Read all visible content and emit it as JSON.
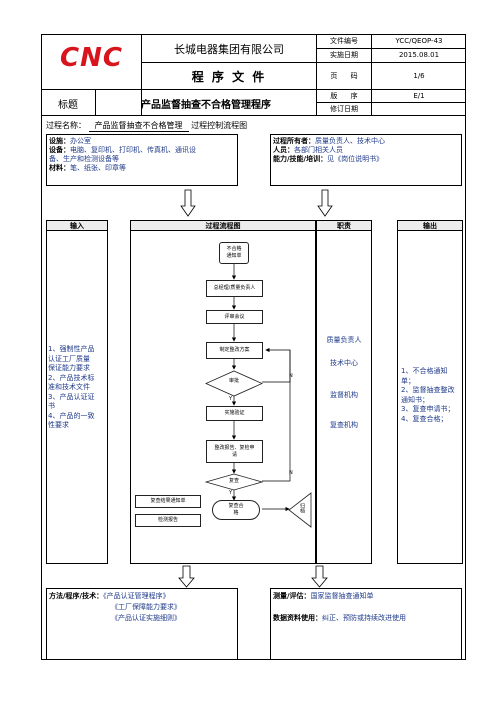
{
  "header": {
    "logo": "CNC",
    "company": "长城电器集团有限公司",
    "doc_type": "程 序 文 件",
    "label_doc_no": "文件编号",
    "doc_no": "YCC/QEOP-43",
    "label_impl_date": "实施日期",
    "impl_date": "2015.08.01",
    "label_page": "页      码",
    "page": "1/6",
    "label_title": "标题",
    "title": "产品监督抽查不合格管理程序",
    "label_edition": "版      序",
    "edition": "E/1",
    "label_rev_date": "修订日期",
    "rev_date": ""
  },
  "process": {
    "label": "过程名称：",
    "name": "产品监督抽查不合格管理",
    "suffix": "过程控制流程图"
  },
  "top_left": {
    "facility_label": "设施：",
    "facility": "办公室",
    "equipment_label": "设备：",
    "equipment_line1": "电脑、复印机、打印机、传真机、通讯设",
    "equipment_line2": "备、生产和检测设备等",
    "material_label": "材料：",
    "material": "笔、纸张、印章等"
  },
  "top_right": {
    "owner_label": "过程所有者：",
    "owner": "质量负责人、技术中心",
    "personnel_label": "人员：",
    "personnel": "各部门相关人员",
    "ability_label": "能力/技能/培训：",
    "ability": "见《岗位说明书》"
  },
  "columns": {
    "input": "输入",
    "flow": "过程流程图",
    "duty": "职责",
    "output": "输出"
  },
  "inputs": [
    "1、强制性产品",
    "认证工厂质量",
    "保证能力要求",
    "2、产品技术标",
    "准和技术文件",
    "3、产品认证证",
    "书",
    "4、产品的一致",
    "性要求"
  ],
  "outputs": [
    "1、不合格通知",
    "单；",
    "2、监督抽查整改",
    "通知书；",
    "3、复查申请书；",
    "4、复查合格；"
  ],
  "duties": [
    "质量负责人",
    "技术中心",
    "监督机构",
    "复查机构"
  ],
  "flow": {
    "start": "不合格\n通知单",
    "step1": "总经理/质量负责人",
    "step2": "评审会议",
    "step3": "制定整改方案",
    "decision1": "审批",
    "step4": "实施验证",
    "step5": "整改报告、复检申\n请",
    "decision2": "复查",
    "end": "复查合\n格",
    "doc1": "复查结果通知单",
    "doc2": "检测报告",
    "archive": "归档",
    "yes": "Y",
    "no": "N"
  },
  "bottom_left": {
    "label": "方法/程序/技术：",
    "items": [
      "《产品认证管理程序》",
      "《工厂保障能力要求》",
      "《产品认证实施细则》"
    ]
  },
  "bottom_right": {
    "measure_label": "测量/评估：",
    "measure": "国家监督抽查通知单",
    "record_label": "数据资料使用：",
    "record": "纠正、预防或持续改进使用"
  }
}
